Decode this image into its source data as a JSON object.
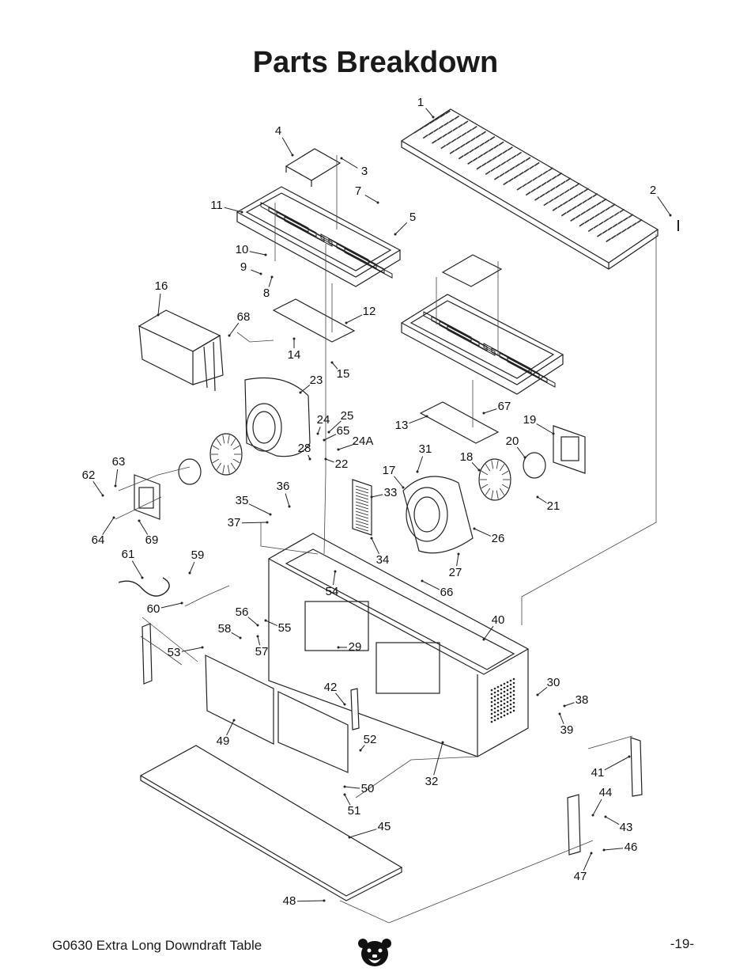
{
  "page": {
    "title": "Parts Breakdown",
    "footer_left": "G0630 Extra Long Downdraft Table",
    "footer_right": "-19-",
    "logo_icon": "grizzly-bear-icon"
  },
  "diagram": {
    "callouts": [
      "1",
      "2",
      "3",
      "4",
      "5",
      "7",
      "8",
      "9",
      "10",
      "11",
      "12",
      "13",
      "14",
      "15",
      "16",
      "17",
      "18",
      "19",
      "20",
      "21",
      "22",
      "23",
      "24",
      "24A",
      "25",
      "26",
      "27",
      "28",
      "29",
      "30",
      "31",
      "32",
      "33",
      "34",
      "35",
      "36",
      "37",
      "38",
      "39",
      "40",
      "41",
      "42",
      "43",
      "44",
      "45",
      "46",
      "47",
      "48",
      "49",
      "50",
      "51",
      "52",
      "53",
      "54",
      "55",
      "56",
      "57",
      "58",
      "59",
      "60",
      "61",
      "62",
      "63",
      "64",
      "65",
      "66",
      "67",
      "68",
      "69"
    ]
  }
}
